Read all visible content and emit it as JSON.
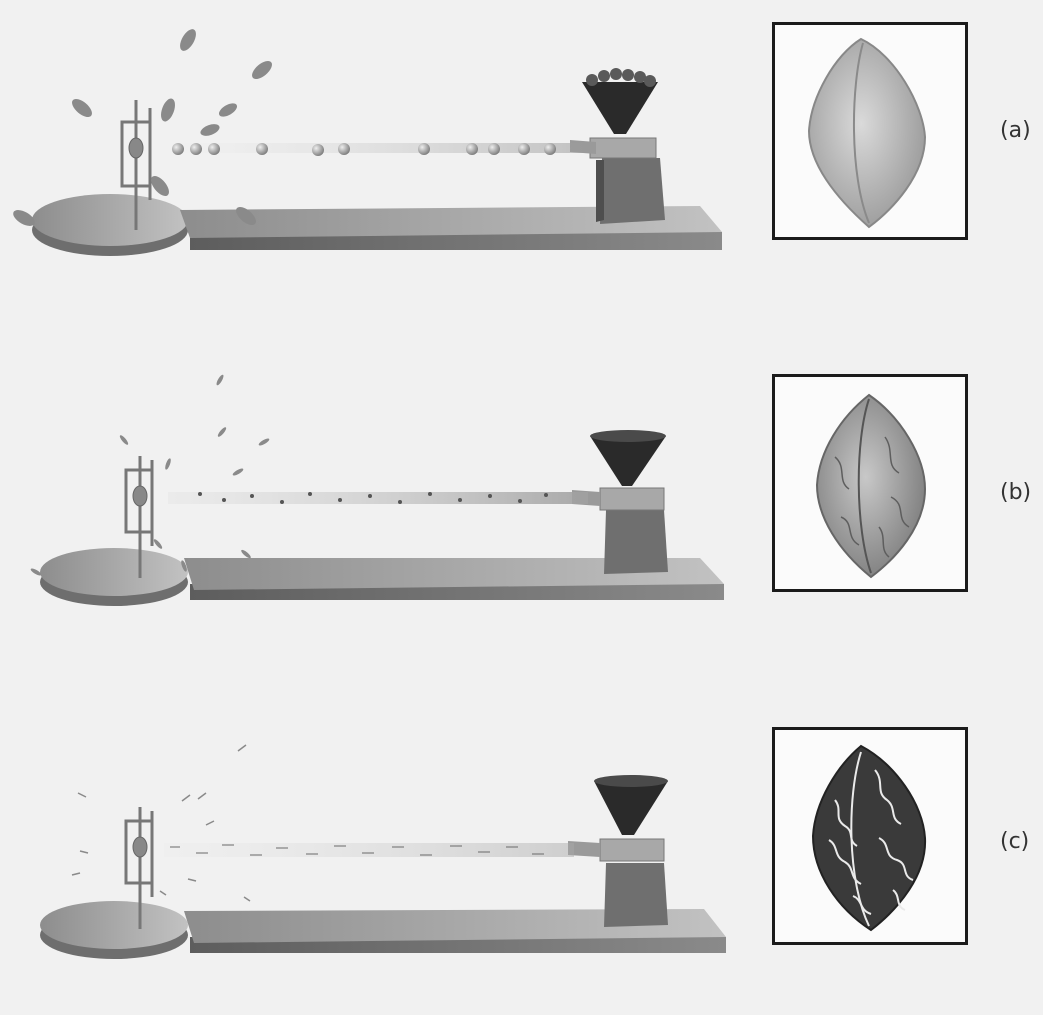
{
  "panels": [
    {
      "label": "(a)",
      "particle_kind": "large-spheres"
    },
    {
      "label": "(b)",
      "particle_kind": "small-particles"
    },
    {
      "label": "(c)",
      "particle_kind": "fine-fragments"
    }
  ],
  "colors": {
    "background": "#f1f1f1",
    "base_top": "#a3a3a3",
    "base_side": "#6e6e6e",
    "hopper": "#2a2a2a",
    "inset_border": "#1b1b1b"
  }
}
